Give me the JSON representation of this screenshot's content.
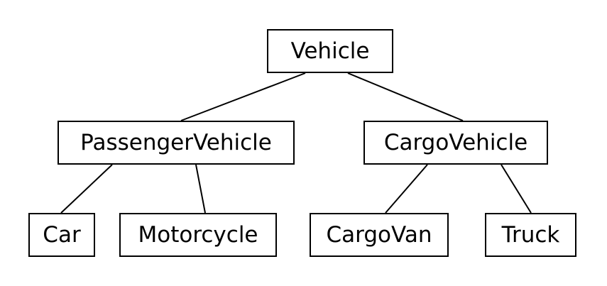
{
  "diagram": {
    "nodes": [
      {
        "id": "vehicle",
        "label": "Vehicle"
      },
      {
        "id": "passenger",
        "label": "PassengerVehicle"
      },
      {
        "id": "cargo",
        "label": "CargoVehicle"
      },
      {
        "id": "car",
        "label": "Car"
      },
      {
        "id": "motorcycle",
        "label": "Motorcycle"
      },
      {
        "id": "cargovan",
        "label": "CargoVan"
      },
      {
        "id": "truck",
        "label": "Truck"
      }
    ],
    "edges": [
      {
        "from": "vehicle",
        "to": "passenger"
      },
      {
        "from": "vehicle",
        "to": "cargo"
      },
      {
        "from": "passenger",
        "to": "car"
      },
      {
        "from": "passenger",
        "to": "motorcycle"
      },
      {
        "from": "cargo",
        "to": "cargovan"
      },
      {
        "from": "cargo",
        "to": "truck"
      }
    ]
  }
}
